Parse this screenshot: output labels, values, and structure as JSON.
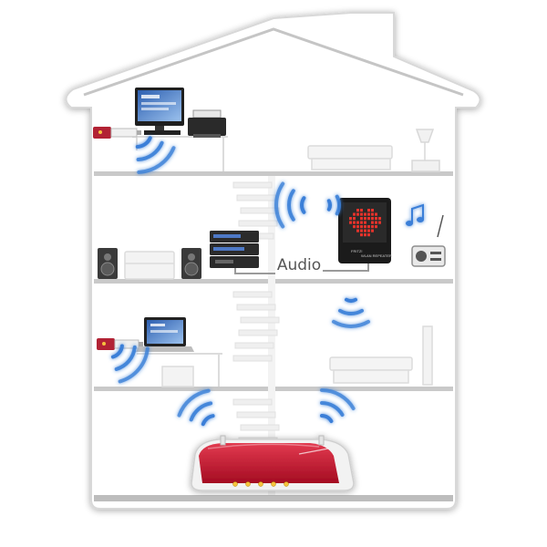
{
  "labels": {
    "audio": "Audio"
  },
  "devices": {
    "repeater_brand": "FRITZ!",
    "repeater_model": "WLAN REPEATER"
  },
  "colors": {
    "house_fill": "#ffffff",
    "house_outline": "#d8d8d8",
    "floor": "#c9c9c9",
    "wifi_wave": "#3a7fd8",
    "wifi_glow": "#bcd6f5",
    "router_red": "#c8102e",
    "repeater_led": "#e4322b",
    "audio_line": "#9a9a9a"
  }
}
